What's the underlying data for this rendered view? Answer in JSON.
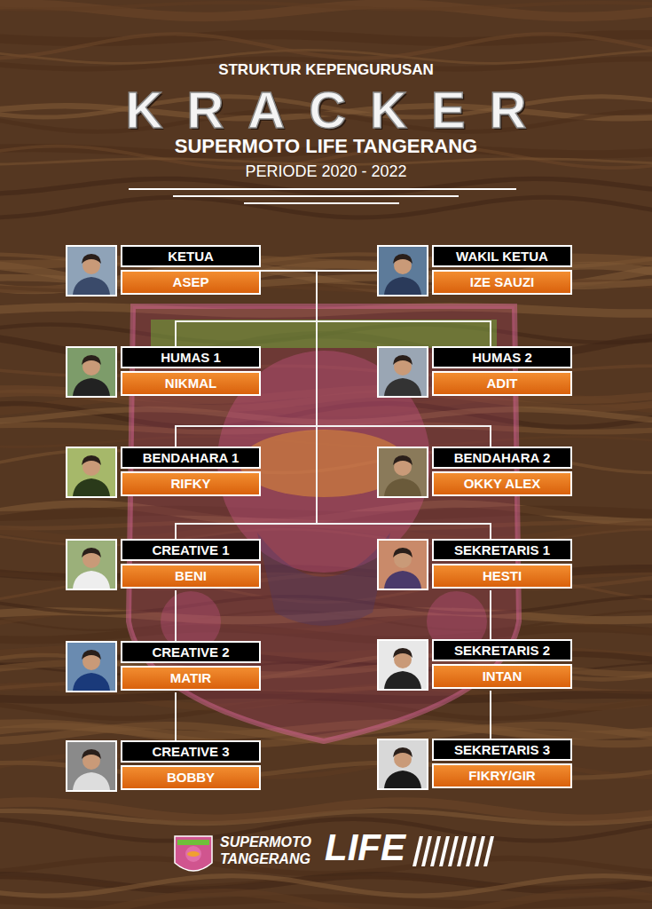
{
  "diagram": {
    "title": "KRACKER",
    "nodes": [
      {
        "text": [
          "KETUA",
          "ASEP"
        ]
      },
      {
        "text": [
          "WAKIL KETUA",
          "IZE SAUZI"
        ]
      },
      {
        "text": [
          "HUMAS 1",
          "NIKMAL"
        ]
      },
      {
        "text": [
          "HUMAS 2",
          "ADIT"
        ]
      },
      {
        "text": [
          "BENDAHARA 1",
          "RIFKY"
        ]
      },
      {
        "text": [
          "BENDAHARA 2",
          "OKKY ALEX"
        ]
      },
      {
        "text": [
          "CREATIVE 1",
          "BENI"
        ]
      },
      {
        "text": [
          "SEKRETARIS 1",
          "HESTI"
        ]
      },
      {
        "text": [
          "CREATIVE 2",
          "MATIR"
        ]
      },
      {
        "text": [
          "SEKRETARIS 2",
          "INTAN"
        ]
      },
      {
        "text": [
          "CREATIVE 3",
          "BOBBY"
        ]
      },
      {
        "text": [
          "SEKRETARIS 3",
          "FIKRY/GIR"
        ]
      }
    ],
    "edges": [
      {
        "from": 0,
        "to": 1,
        "arrow": "none"
      },
      {
        "from": 0,
        "to": 2,
        "arrow": "none"
      },
      {
        "from": 0,
        "to": 3,
        "arrow": "none"
      },
      {
        "from": 0,
        "to": 4,
        "arrow": "none"
      },
      {
        "from": 0,
        "to": 5,
        "arrow": "none"
      },
      {
        "from": 0,
        "to": 6,
        "arrow": "none"
      },
      {
        "from": 0,
        "to": 7,
        "arrow": "none"
      },
      {
        "from": 6,
        "to": 8,
        "arrow": "none"
      },
      {
        "from": 8,
        "to": 10,
        "arrow": "none"
      },
      {
        "from": 7,
        "to": 9,
        "arrow": "none"
      },
      {
        "from": 9,
        "to": 11,
        "arrow": "none"
      }
    ],
    "labels": [
      "STRUKTUR KEPENGURUSAN",
      "SUPERMOTO LIFE TANGERANG",
      "PERIODE 2020 - 2022",
      "SUPERMOTO",
      "TANGERANG",
      "LIFE"
    ]
  }
}
